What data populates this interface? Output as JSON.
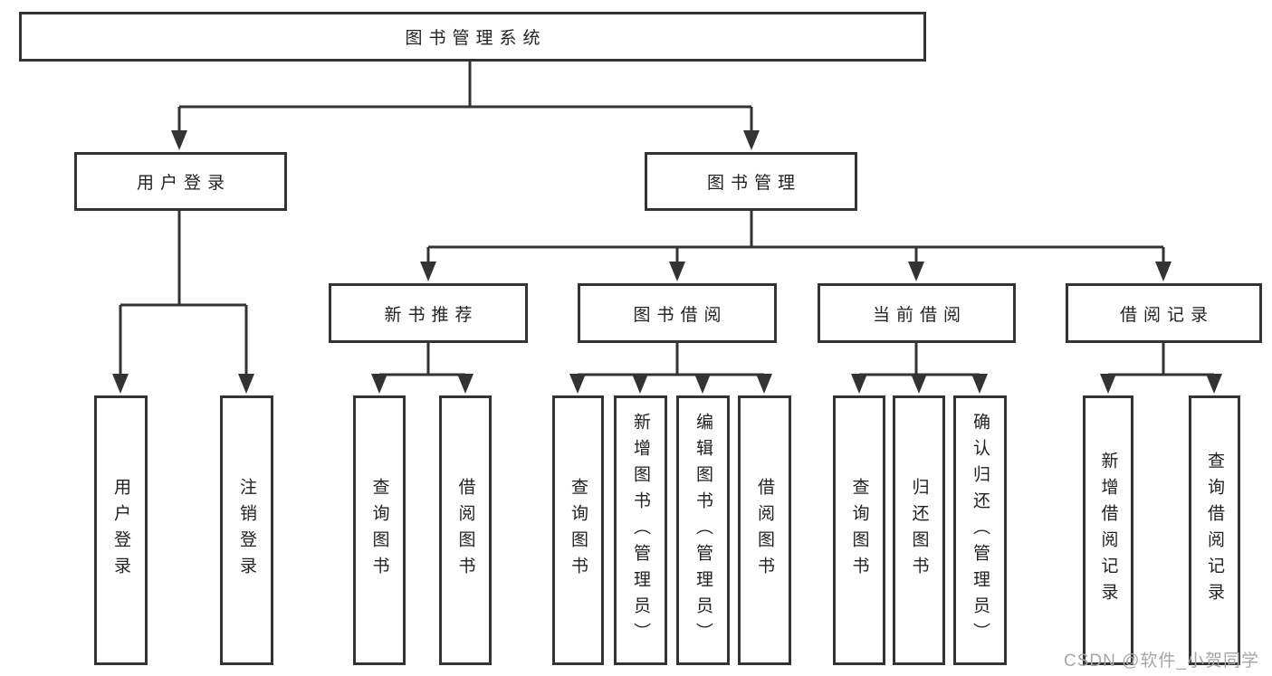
{
  "diagram": {
    "root": "图书管理系统",
    "user_branch": {
      "label": "用户登录",
      "children": [
        "用户登录",
        "注销登录"
      ]
    },
    "book_branch": {
      "label": "图书管理",
      "sections": {
        "recommend": {
          "label": "新书推荐",
          "children": [
            "查询图书",
            "借阅图书"
          ]
        },
        "borrow": {
          "label": "图书借阅",
          "children": [
            "查询图书",
            "新增图书（管理员）",
            "编辑图书（管理员）",
            "借阅图书"
          ]
        },
        "current": {
          "label": "当前借阅",
          "children": [
            "查询图书",
            "归还图书",
            "确认归还（管理员）"
          ]
        },
        "records": {
          "label": "借阅记录",
          "children": [
            "新增借阅记录",
            "查询借阅记录"
          ]
        }
      }
    }
  },
  "watermark": "CSDN @软件_小贺同学",
  "colors": {
    "line": "#333333",
    "text": "#222222",
    "watermark_text": "#a6a6a6",
    "background": "#ffffff"
  }
}
